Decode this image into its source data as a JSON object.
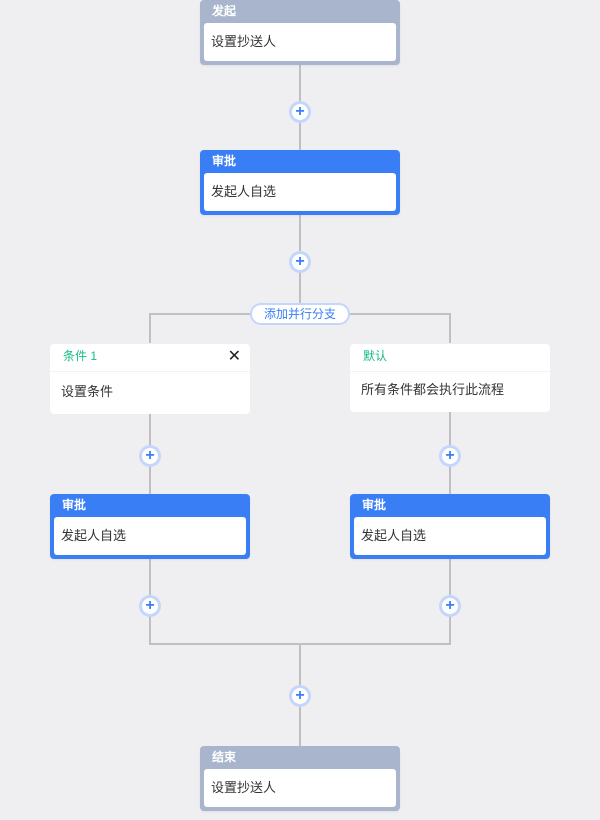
{
  "start_node": {
    "title": "发起",
    "content": "设置抄送人"
  },
  "approver_top": {
    "title": "审批",
    "content": "发起人自选"
  },
  "add_branch_label": "添加并行分支",
  "conditions": [
    {
      "title": "条件 1",
      "content": "设置条件",
      "close_icon": "close-icon"
    },
    {
      "title": "默认",
      "content": "所有条件都会执行此流程"
    }
  ],
  "branch_approvers": [
    {
      "title": "审批",
      "content": "发起人自选"
    },
    {
      "title": "审批",
      "content": "发起人自选"
    }
  ],
  "end_node": {
    "title": "结束",
    "content": "设置抄送人"
  },
  "add_icon": "+",
  "colors": {
    "background": "#efeff2",
    "approver": "#3a7ef6",
    "start_end": "#a9b4cd",
    "condition_title": "#15bc83",
    "add_ring": "#c4d6fb",
    "line": "#c0c0c4"
  }
}
